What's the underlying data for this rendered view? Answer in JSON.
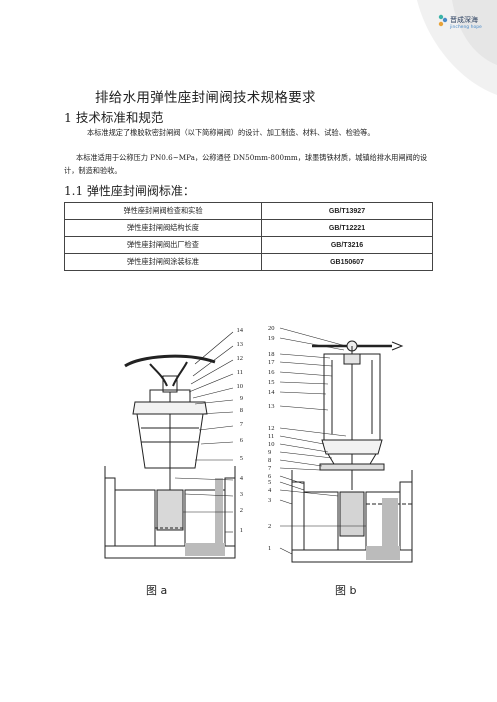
{
  "branding": {
    "name": "晋成深海",
    "subtitle": "jincheng hope"
  },
  "document": {
    "title": "排给水用弹性座封闸阀技术规格要求",
    "section1_heading": "1 技术标准和规范",
    "para1": "本标准规定了橡胶软密封闸阀（以下简称闸阀）的设计、加工制造、材料、试验、检验等。",
    "para2": "本标准适用于公称压力 PN0.6~MPa，公称通径 DN50mm-800mm，球墨铸铁材质，城镇给排水用闸阀的设计，制造和验收。",
    "section11_heading": "1.1 弹性座封闸阀标准：",
    "standards_table": [
      {
        "name": "弹性座封闸阀检查和实验",
        "code": "GB/T13927"
      },
      {
        "name": "弹性座封闸阀结构长度",
        "code": "GB/T12221"
      },
      {
        "name": "弹性座封闸阀出厂检查",
        "code": "GB/T3216"
      },
      {
        "name": "弹性座封闸阀涂装标准",
        "code": "GB150607"
      }
    ]
  },
  "figures": {
    "a": {
      "caption": "图 a",
      "labels": [
        "14",
        "13",
        "12",
        "11",
        "10",
        "9",
        "8",
        "7",
        "6",
        "5",
        "4",
        "3",
        "2",
        "1"
      ]
    },
    "b": {
      "caption": "图 b",
      "labels": [
        "20",
        "19",
        "18",
        "17",
        "16",
        "15",
        "14",
        "13",
        "12",
        "11",
        "10",
        "9",
        "8",
        "7",
        "6",
        "5",
        "4",
        "3",
        "2",
        "1"
      ]
    }
  },
  "colors": {
    "accent_blue": "#4a8ac8",
    "swirl_gray": "#eeeeee",
    "ink": "#222222"
  }
}
